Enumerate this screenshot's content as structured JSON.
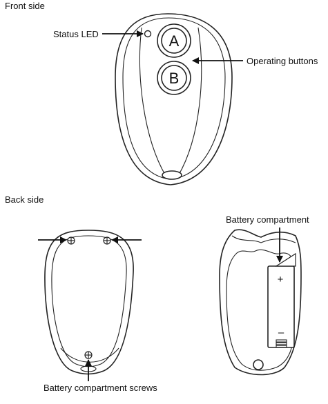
{
  "sections": {
    "front": "Front side",
    "back": "Back side"
  },
  "front": {
    "status_led": "Status LED",
    "operating_buttons": "Operating buttons",
    "button_a": "A",
    "button_b": "B"
  },
  "back": {
    "battery_compartment": "Battery compartment",
    "battery_compartment_screws": "Battery compartment screws",
    "plus_sign": "+",
    "minus_sign": "–"
  }
}
